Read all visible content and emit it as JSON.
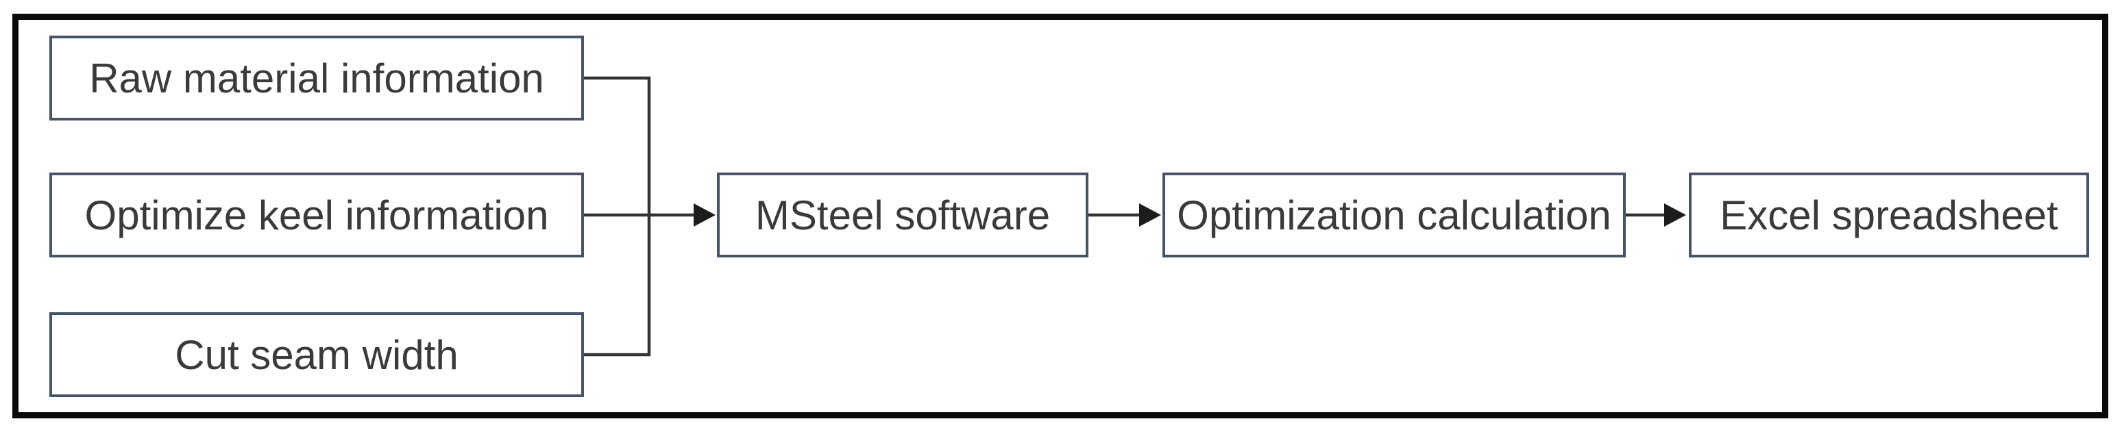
{
  "diagram": {
    "type": "flowchart",
    "inputs": [
      {
        "id": "raw-material-information",
        "label": "Raw material information"
      },
      {
        "id": "optimize-keel-information",
        "label": "Optimize keel information"
      },
      {
        "id": "cut-seam-width",
        "label": "Cut seam width"
      }
    ],
    "stages": [
      {
        "id": "msteel-software",
        "label": "MSteel software"
      },
      {
        "id": "optimization-calculation",
        "label": "Optimization calculation"
      },
      {
        "id": "excel-spreadsheet",
        "label": "Excel spreadsheet"
      }
    ],
    "edges": [
      {
        "from": "raw-material-information",
        "to": "msteel-software"
      },
      {
        "from": "optimize-keel-information",
        "to": "msteel-software"
      },
      {
        "from": "cut-seam-width",
        "to": "msteel-software"
      },
      {
        "from": "msteel-software",
        "to": "optimization-calculation"
      },
      {
        "from": "optimization-calculation",
        "to": "excel-spreadsheet"
      }
    ],
    "colors": {
      "node_border": "#44546A",
      "node_fill": "#FFFFFF",
      "text": "#3A3A3A",
      "connector": "#333333",
      "arrowhead": "#1C1C1C",
      "frame_border": "#0A0A0A",
      "background": "#FFFFFF"
    }
  }
}
